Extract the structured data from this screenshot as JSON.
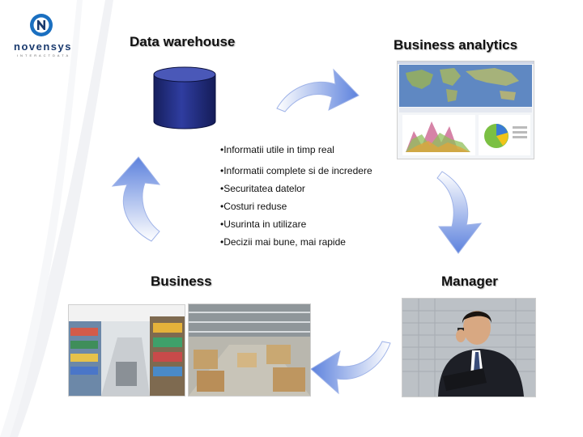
{
  "logo": {
    "name": "novensys",
    "tagline": "I N T E R A C T  D A T A"
  },
  "diagram": {
    "data_warehouse_label": "Data warehouse",
    "business_analytics_label": "Business analytics",
    "business_label": "Business",
    "manager_label": "Manager"
  },
  "benefits": [
    "•Informatii utile in timp real",
    "•Informatii complete si de incredere",
    "•Securitatea datelor",
    "•Costuri reduse",
    "•Usurinta in utilizare",
    "•Decizii mai bune, mai rapide"
  ],
  "colors": {
    "brand_blue": "#1a3a6e",
    "cylinder_blue": "#1e2a78",
    "arrow_blue": "#6f90e0"
  }
}
